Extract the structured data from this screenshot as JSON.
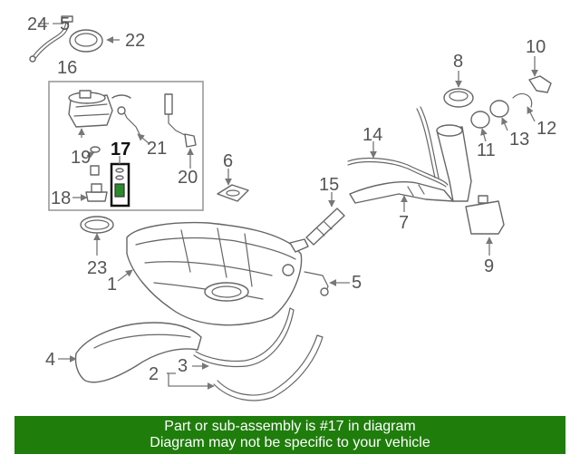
{
  "diagram": {
    "callouts": [
      "1",
      "2",
      "3",
      "4",
      "5",
      "5",
      "6",
      "7",
      "8",
      "9",
      "10",
      "11",
      "12",
      "13",
      "14",
      "15",
      "16",
      "17",
      "18",
      "19",
      "20",
      "21",
      "22",
      "23",
      "24"
    ]
  },
  "banner": {
    "line1": "Part or sub-assembly is #17 in diagram",
    "line2": "Diagram may not be specific to your vehicle"
  },
  "colors": {
    "banner_bg": "#1f7d0c",
    "banner_text": "#ffffff",
    "line_art": "#666666"
  }
}
